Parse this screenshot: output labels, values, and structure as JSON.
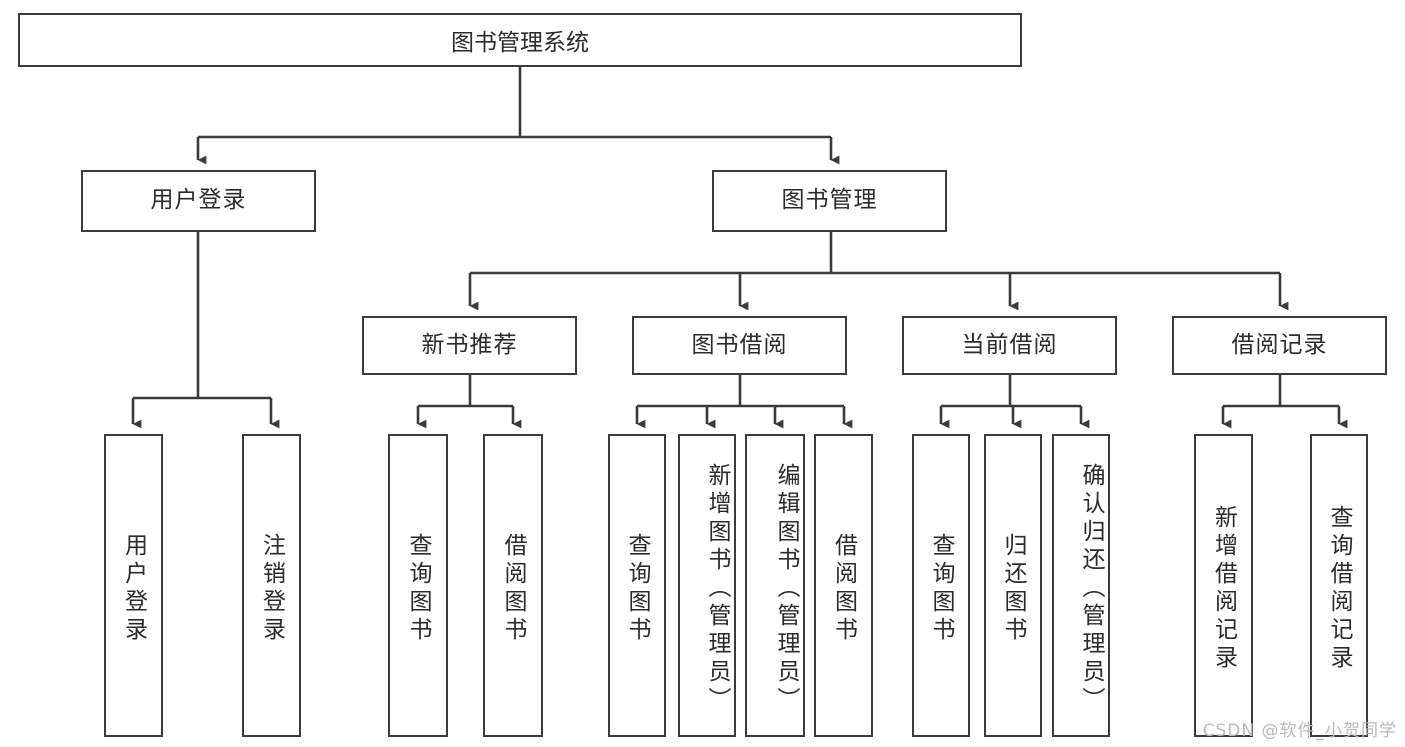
{
  "diagram": {
    "title": "图书管理系统",
    "type": "tree-hierarchy",
    "root": {
      "label": "图书管理系统"
    },
    "level2": [
      {
        "label": "用户登录"
      },
      {
        "label": "图书管理"
      }
    ],
    "level3": [
      {
        "label": "新书推荐"
      },
      {
        "label": "图书借阅"
      },
      {
        "label": "当前借阅"
      },
      {
        "label": "借阅记录"
      }
    ],
    "leaves": [
      {
        "label": "用户登录",
        "parent": "用户登录"
      },
      {
        "label": "注销登录",
        "parent": "用户登录"
      },
      {
        "label": "查询图书",
        "parent": "新书推荐"
      },
      {
        "label": "借阅图书",
        "parent": "新书推荐"
      },
      {
        "label": "查询图书",
        "parent": "图书借阅"
      },
      {
        "label": "新增图书（管理员）",
        "parent": "图书借阅"
      },
      {
        "label": "编辑图书（管理员）",
        "parent": "图书借阅"
      },
      {
        "label": "借阅图书",
        "parent": "图书借阅"
      },
      {
        "label": "查询图书",
        "parent": "当前借阅"
      },
      {
        "label": "归还图书",
        "parent": "当前借阅"
      },
      {
        "label": "确认归还（管理员）",
        "parent": "当前借阅"
      },
      {
        "label": "新增借阅记录",
        "parent": "借阅记录"
      },
      {
        "label": "查询借阅记录",
        "parent": "借阅记录"
      }
    ]
  },
  "watermark": {
    "text": "CSDN @软件_小贺同学"
  },
  "colors": {
    "border": "#3b3b3b",
    "text": "#2b2b2b",
    "background": "#ffffff",
    "watermark": "#b9b9b9"
  }
}
